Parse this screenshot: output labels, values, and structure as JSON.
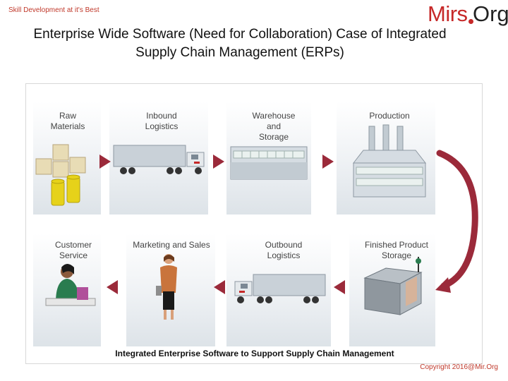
{
  "header": {
    "tagline": "Skill Development at it's Best",
    "logo": {
      "part1": "Mirs",
      "part2": "Org"
    },
    "title_line1": "Enterprise Wide Software (Need for Collaboration) Case of Integrated",
    "title_line2": "Supply Chain Management (ERPs)"
  },
  "diagram": {
    "top_row": [
      {
        "label": "Raw\nMaterials"
      },
      {
        "label": "Inbound\nLogistics"
      },
      {
        "label": "Warehouse\nand\nStorage"
      },
      {
        "label": "Production"
      }
    ],
    "bottom_row": [
      {
        "label": "Customer\nService"
      },
      {
        "label": "Marketing and Sales"
      },
      {
        "label": "Outbound\nLogistics"
      },
      {
        "label": "Finished Product\nStorage"
      }
    ],
    "caption": "Integrated Enterprise Software to Support Supply Chain Management",
    "colors": {
      "arrow": "#9b2a3a",
      "crate": "#e8dcb5",
      "barrel": "#e6d21a",
      "truck": "#c9d1d8"
    }
  },
  "footer": {
    "copyright": "Copyright 2016@Mir.Org"
  }
}
